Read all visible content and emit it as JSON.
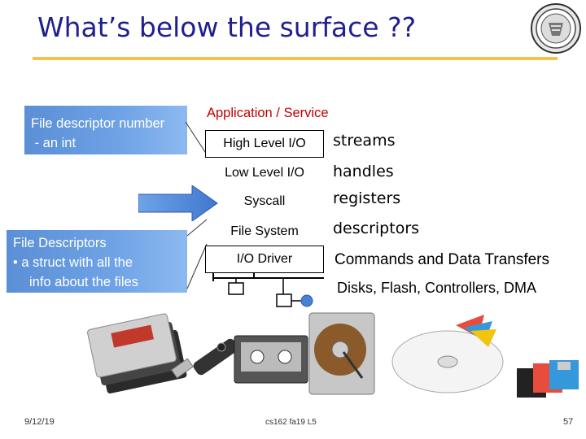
{
  "title": "What’s below the surface ??",
  "callouts": {
    "fd_number": [
      "File descriptor number",
      " - an int"
    ],
    "fd_struct": [
      "File Descriptors",
      "• a struct with all the",
      "info about the files"
    ]
  },
  "app_label": "Application / Service",
  "layers": [
    "High Level I/O",
    "Low Level I/O",
    "Syscall",
    "File System",
    "I/O Driver"
  ],
  "right_labels": [
    "streams",
    "handles",
    "registers",
    "descriptors",
    "Commands and Data Transfers",
    "Disks, Flash, Controllers, DMA"
  ],
  "footer": {
    "date": "9/12/19",
    "course": "cs162 fa19 L5",
    "page": "57"
  },
  "colors": {
    "title": "#1f1f8f",
    "rule": "#f2c24a",
    "app_label": "#c00000",
    "callout": "#6fa3e6"
  },
  "icons": {
    "seal": "university-seal-icon",
    "arrow": "right-arrow-icon"
  }
}
